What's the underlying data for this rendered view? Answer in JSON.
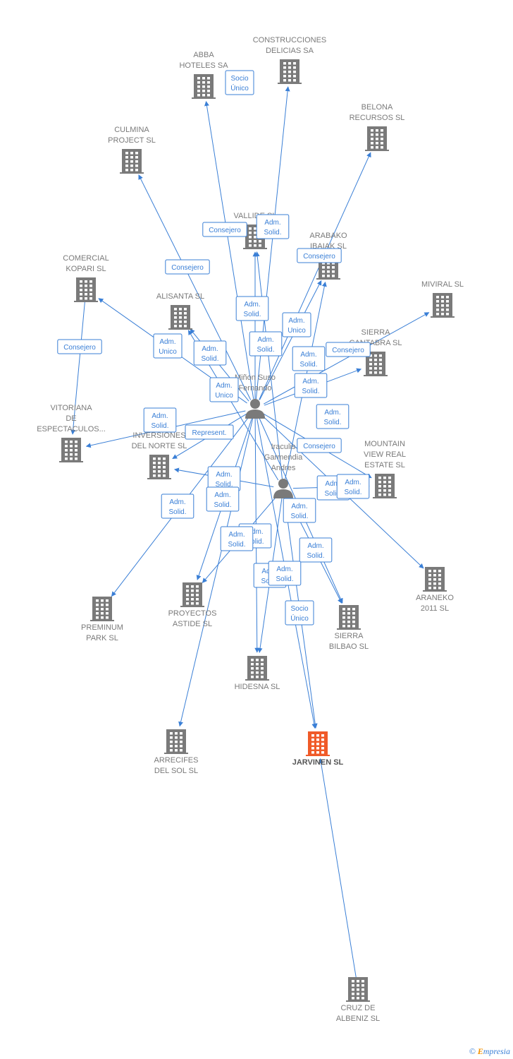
{
  "colors": {
    "edge": "#3a7fd6",
    "building": "#7a7a7a",
    "highlight": "#f05a28",
    "person": "#7a7a7a"
  },
  "nodes": [
    {
      "id": "abba",
      "kind": "company",
      "lines": [
        "ABBA",
        "HOTELES SA"
      ]
    },
    {
      "id": "construcciones",
      "kind": "company",
      "lines": [
        "CONSTRUCCIONES",
        "DELICIAS SA"
      ]
    },
    {
      "id": "belona",
      "kind": "company",
      "lines": [
        "BELONA",
        "RECURSOS SL"
      ]
    },
    {
      "id": "culmina",
      "kind": "company",
      "lines": [
        "CULMINA",
        "PROJECT SL"
      ]
    },
    {
      "id": "vallide",
      "kind": "company",
      "lines": [
        "VALLIDE SL"
      ]
    },
    {
      "id": "arabako",
      "kind": "company",
      "lines": [
        "ARABAKO",
        "IBAIAK SL"
      ]
    },
    {
      "id": "comercial",
      "kind": "company",
      "lines": [
        "COMERCIAL",
        "KOPARI SL"
      ]
    },
    {
      "id": "miviral",
      "kind": "company",
      "lines": [
        "MIVIRAL  SL"
      ]
    },
    {
      "id": "alisanta",
      "kind": "company",
      "lines": [
        "ALISANTA SL"
      ]
    },
    {
      "id": "sierracantabra",
      "kind": "company",
      "lines": [
        "SIERRA",
        "CANTABRA SL"
      ]
    },
    {
      "id": "vitoriana",
      "kind": "company",
      "lines": [
        "VITORIANA",
        "DE",
        "ESPECTACULOS..."
      ]
    },
    {
      "id": "inversiones",
      "kind": "company",
      "lines": [
        "INVERSIONES",
        "DEL NORTE  SL"
      ]
    },
    {
      "id": "mountain",
      "kind": "company",
      "lines": [
        "MOUNTAIN",
        "VIEW REAL",
        "ESTATE SL"
      ]
    },
    {
      "id": "araneko",
      "kind": "company",
      "lines": [
        "ARANEKO",
        "2011 SL"
      ]
    },
    {
      "id": "preminum",
      "kind": "company",
      "lines": [
        "PREMINUM",
        "PARK SL"
      ]
    },
    {
      "id": "proyectos",
      "kind": "company",
      "lines": [
        "PROYECTOS",
        "ASTIDE SL"
      ]
    },
    {
      "id": "sierrabilbao",
      "kind": "company",
      "lines": [
        "SIERRA",
        "BILBAO SL"
      ]
    },
    {
      "id": "hidesna",
      "kind": "company",
      "lines": [
        "HIDESNA SL"
      ]
    },
    {
      "id": "arrecifes",
      "kind": "company",
      "lines": [
        "ARRECIFES",
        "DEL SOL SL"
      ]
    },
    {
      "id": "jarvinen",
      "kind": "company",
      "highlight": true,
      "lines": [
        "JARVINEN  SL"
      ]
    },
    {
      "id": "cruz",
      "kind": "company",
      "lines": [
        "CRUZ DE",
        "ALBENIZ  SL"
      ]
    },
    {
      "id": "minon",
      "kind": "person",
      "lines": [
        "Miñon Suso",
        "Fernando"
      ]
    },
    {
      "id": "iraculis",
      "kind": "person",
      "lines": [
        "Iraculis",
        "Garmendia",
        "Andres"
      ]
    }
  ],
  "edges": [
    {
      "from": "minon",
      "to": "abba",
      "label": [
        "Socio",
        "Único"
      ]
    },
    {
      "from": "minon",
      "to": "construcciones",
      "label": [
        "Adm.",
        "Solid."
      ]
    },
    {
      "from": "minon",
      "to": "belona",
      "label": [
        "Consejero"
      ]
    },
    {
      "from": "minon",
      "to": "culmina",
      "label": [
        "Consejero"
      ]
    },
    {
      "from": "minon",
      "to": "vallide",
      "label": [
        "Consejero"
      ]
    },
    {
      "from": "minon",
      "to": "arabako",
      "label": [
        "Adm.",
        "Solid."
      ]
    },
    {
      "from": "comercial",
      "to": "vitoriana",
      "label": [
        "Consejero"
      ]
    },
    {
      "from": "minon",
      "to": "miviral",
      "label": [
        "Consejero"
      ]
    },
    {
      "from": "minon",
      "to": "comercial",
      "label": [
        "Adm.",
        "Unico"
      ]
    },
    {
      "from": "minon",
      "to": "alisanta",
      "label": [
        "Adm.",
        "Solid."
      ]
    },
    {
      "from": "minon",
      "to": "sierracantabra",
      "label": [
        "Adm.",
        "Solid."
      ]
    },
    {
      "from": "minon",
      "to": "vitoriana",
      "label": [
        "Represent."
      ]
    },
    {
      "from": "minon",
      "to": "inversiones",
      "label": [
        "Adm.",
        "Solid."
      ]
    },
    {
      "from": "minon",
      "to": "mountain",
      "label": [
        "Adm.",
        "Solid."
      ]
    },
    {
      "from": "minon",
      "to": "araneko",
      "label": [
        "Adm.",
        "Solid."
      ]
    },
    {
      "from": "minon",
      "to": "preminum",
      "label": [
        "Adm.",
        "Unico"
      ]
    },
    {
      "from": "minon",
      "to": "proyectos",
      "label": [
        "Adm.",
        "Solid."
      ]
    },
    {
      "from": "minon",
      "to": "sierrabilbao",
      "label": [
        "Adm.",
        "Solid."
      ]
    },
    {
      "from": "minon",
      "to": "hidesna",
      "label": [
        "Adm.",
        "Solid."
      ]
    },
    {
      "from": "minon",
      "to": "arrecifes",
      "label": [
        "Adm.",
        "Unico"
      ]
    },
    {
      "from": "minon",
      "to": "jarvinen",
      "label": [
        "Adm.",
        "Solid."
      ]
    },
    {
      "from": "iraculis",
      "to": "vallide",
      "label": [
        "Adm.",
        "Solid."
      ]
    },
    {
      "from": "iraculis",
      "to": "arabako",
      "label": [
        "Adm.",
        "Solid."
      ]
    },
    {
      "from": "iraculis",
      "to": "alisanta",
      "label": [
        "Adm.",
        "Solid."
      ]
    },
    {
      "from": "iraculis",
      "to": "mountain",
      "label": [
        "Consejero"
      ]
    },
    {
      "from": "iraculis",
      "to": "inversiones",
      "label": [
        "Adm.",
        "Solid."
      ]
    },
    {
      "from": "iraculis",
      "to": "proyectos",
      "label": [
        "Adm.",
        "Solid."
      ]
    },
    {
      "from": "iraculis",
      "to": "hidesna",
      "label": [
        "Adm.",
        "Solid."
      ]
    },
    {
      "from": "iraculis",
      "to": "sierrabilbao",
      "label": [
        "Adm.",
        "Solid."
      ]
    },
    {
      "from": "iraculis",
      "to": "jarvinen",
      "label": [
        "Adm.",
        "Solid."
      ]
    },
    {
      "from": "cruz",
      "to": "jarvinen",
      "label": [
        "Socio",
        "Único"
      ]
    }
  ],
  "footer": {
    "copyright": "©",
    "brand_initial": "E",
    "brand_rest": "mpresia"
  }
}
